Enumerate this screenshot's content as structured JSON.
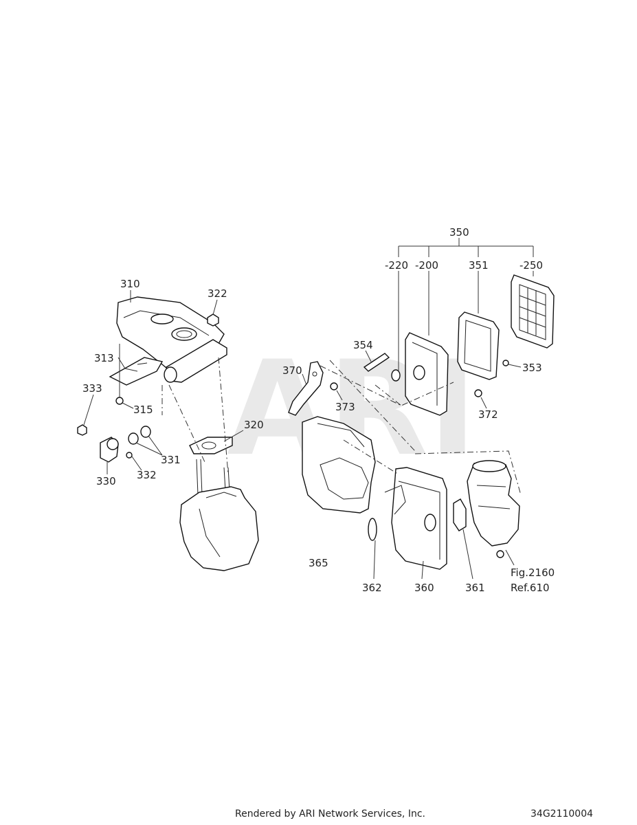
{
  "watermark": "ARI",
  "footer": {
    "rendered_by": "Rendered by ARI Network Services, Inc.",
    "code": "34G2110004"
  },
  "callouts": {
    "p310": "310",
    "p322": "322",
    "p313": "313",
    "p333": "333",
    "p315": "315",
    "p320": "320",
    "p331": "331",
    "p330": "330",
    "p332": "332",
    "p350": "350",
    "p220": "-220",
    "p200": "-200",
    "p351": "351",
    "p250": "-250",
    "p354": "354",
    "p353": "353",
    "p370": "370",
    "p373": "373",
    "p372": "372",
    "p365": "365",
    "p362": "362",
    "p360": "360",
    "p361": "361",
    "fig_ref_line1": "Fig.2160",
    "fig_ref_line2": "Ref.610"
  }
}
